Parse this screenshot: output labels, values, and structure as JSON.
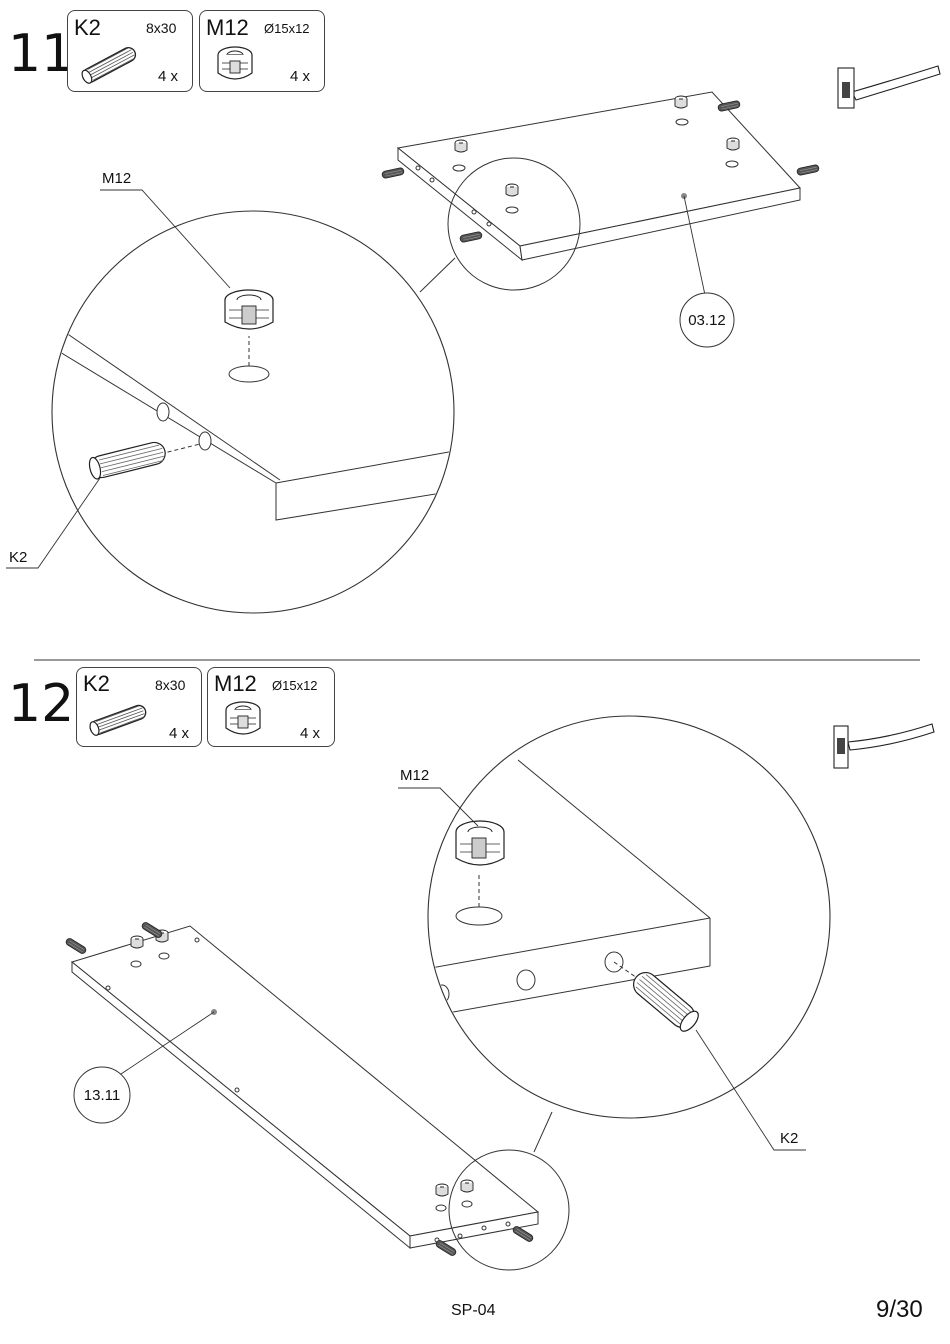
{
  "document": {
    "code": "SP-04",
    "page": "9/30"
  },
  "steps": [
    {
      "number": "11",
      "parts": [
        {
          "code": "K2",
          "dim": "8x30",
          "qty": "4 x",
          "icon": "dowel-icon"
        },
        {
          "code": "M12",
          "dim": "Ø15x12",
          "qty": "4 x",
          "icon": "cam-lock-icon"
        }
      ],
      "callouts": {
        "cam": "M12",
        "dowel": "K2"
      },
      "panel_ref": "03.12"
    },
    {
      "number": "12",
      "parts": [
        {
          "code": "K2",
          "dim": "8x30",
          "qty": "4 x",
          "icon": "dowel-icon"
        },
        {
          "code": "M12",
          "dim": "Ø15x12",
          "qty": "4 x",
          "icon": "cam-lock-icon"
        }
      ],
      "callouts": {
        "cam": "M12",
        "dowel": "K2"
      },
      "panel_ref": "13.11"
    }
  ],
  "tools": [
    "hammer-icon"
  ]
}
